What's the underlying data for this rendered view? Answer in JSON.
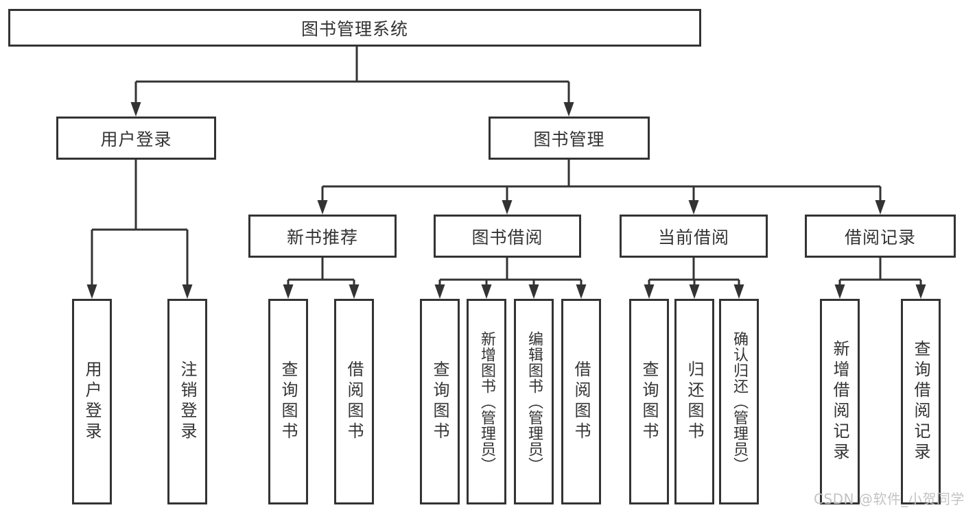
{
  "diagram": {
    "colors": {
      "line": "#333333",
      "text": "#333333",
      "box_background": "#ffffff",
      "watermark": "#c3c3c3"
    },
    "watermark": "CSDN @软件_小贺同学",
    "tree": {
      "root": "图书管理系统",
      "branches": [
        {
          "label": "用户登录",
          "leaves": [
            "用户登录",
            "注销登录"
          ]
        },
        {
          "label": "图书管理",
          "groups": [
            {
              "label": "新书推荐",
              "leaves": [
                "查询图书",
                "借阅图书"
              ]
            },
            {
              "label": "图书借阅",
              "leaves": [
                "查询图书",
                "新增图书（管理员）",
                "编辑图书（管理员）",
                "借阅图书"
              ]
            },
            {
              "label": "当前借阅",
              "leaves": [
                "查询图书",
                "归还图书",
                "确认归还（管理员）"
              ]
            },
            {
              "label": "借阅记录",
              "leaves": [
                "新增借阅记录",
                "查询借阅记录"
              ]
            }
          ]
        }
      ]
    }
  }
}
